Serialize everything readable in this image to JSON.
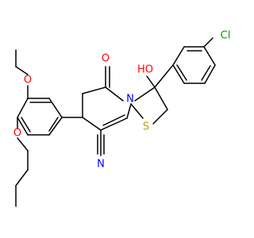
{
  "atoms": {
    "cl": {
      "text": "Cl",
      "color": "#00a000"
    },
    "oh": {
      "text": "HO",
      "color": "#ff0000"
    },
    "o_keto": {
      "text": "O",
      "color": "#ff0000"
    },
    "n_ring": {
      "text": "N",
      "color": "#0000ff"
    },
    "s_ring": {
      "text": "S",
      "color": "#b8a000"
    },
    "n_nitrile": {
      "text": "N",
      "color": "#0000ff"
    },
    "o_ethoxy": {
      "text": "O",
      "color": "#ff0000"
    },
    "o_propoxy": {
      "text": "O",
      "color": "#ff0000"
    }
  }
}
